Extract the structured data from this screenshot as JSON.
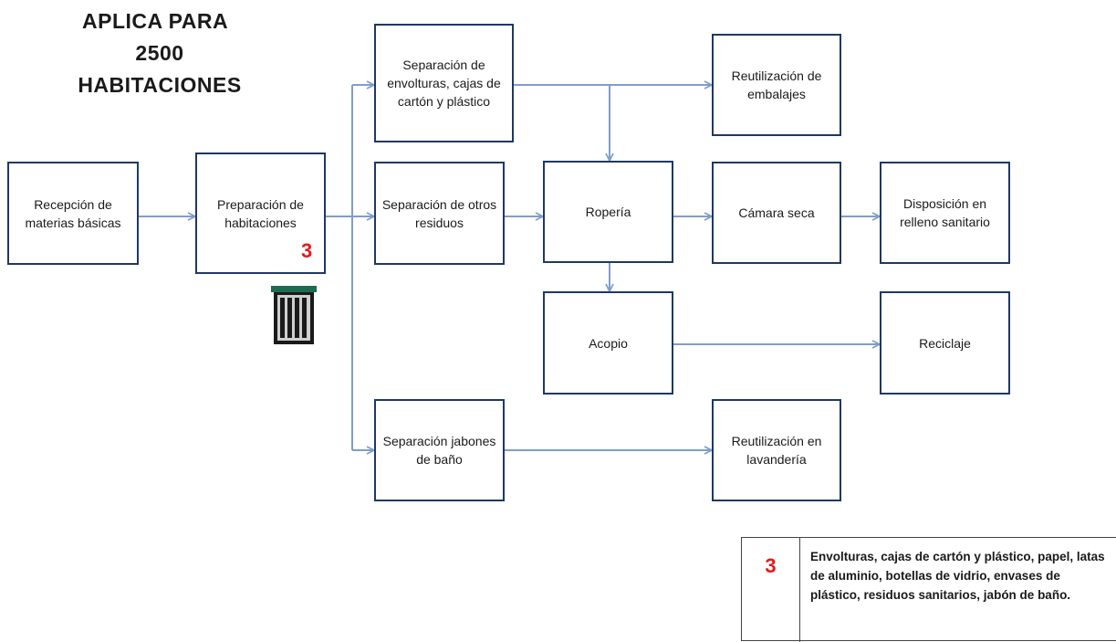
{
  "title": {
    "line1": "APLICA PARA",
    "line2": "2500",
    "line3": "HABITACIONES"
  },
  "boxes": {
    "recepcion": "Recepción de materias básicas",
    "preparacion": "Preparación de habitaciones",
    "sep_envolturas": "Separación de envolturas, cajas de cartón y plástico",
    "sep_otros": "Separación de otros residuos",
    "sep_jabones": "Separación jabones de baño",
    "reutil_embalajes": "Reutilización de embalajes",
    "roperia": "Ropería",
    "camara_seca": "Cámara seca",
    "disposicion": "Disposición en relleno sanitario",
    "acopio": "Acopio",
    "reciclaje": "Reciclaje",
    "reutil_lavanderia": "Reutilización en lavandería"
  },
  "badge": "3",
  "icons": {
    "trash": "trash-can-icon"
  },
  "legend": {
    "number": "3",
    "text": "Envolturas, cajas de cartón y plástico, papel, latas de aluminio, botellas de vidrio, envases de plástico, residuos sanitarios, jabón de baño."
  },
  "colors": {
    "box_border": "#1f3864",
    "arrow": "#7f9ec9",
    "badge": "#e01b1b"
  }
}
